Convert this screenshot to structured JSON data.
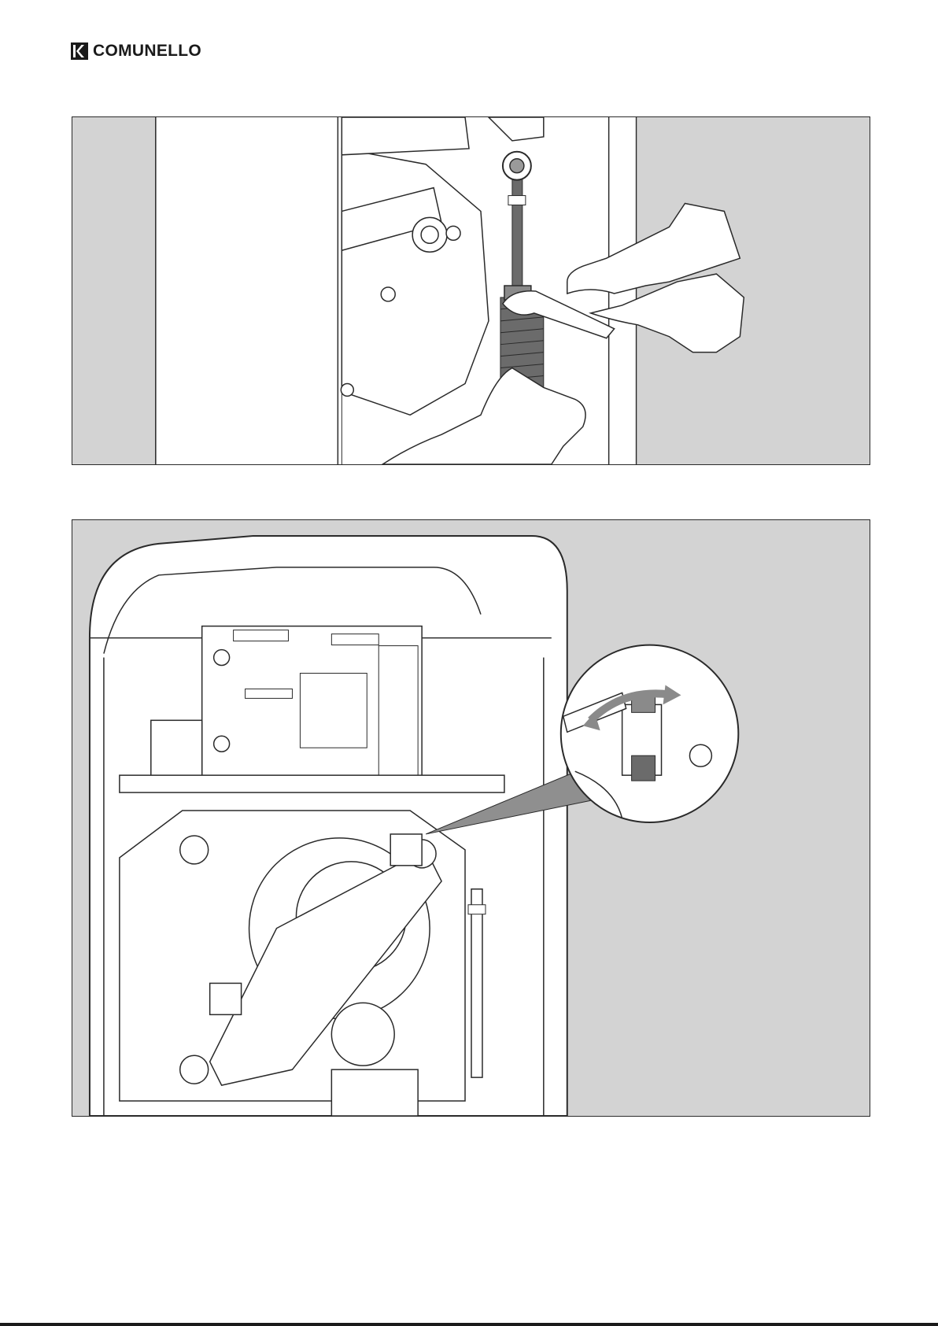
{
  "header": {
    "brand_name": "COMUNELLO",
    "logo_icon": "comunello-k-logo-icon"
  },
  "figures": [
    {
      "name": "spring-adjustment-illustration",
      "icon": "wrench-spring-illustration"
    },
    {
      "name": "barrier-cabinet-illustration",
      "icon": "cabinet-detail-illustration"
    }
  ],
  "colors": {
    "panel_background": "#d3d3d3",
    "line": "#2a2a2a",
    "spring": "#6b6b6b",
    "arrow": "#8a8a8a"
  }
}
